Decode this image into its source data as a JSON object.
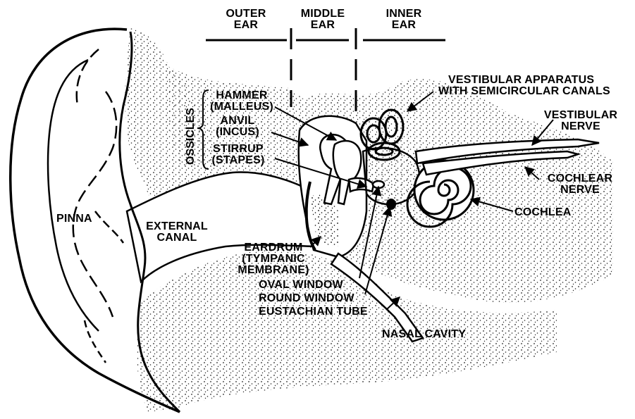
{
  "header": {
    "outer": [
      "OUTER",
      "EAR"
    ],
    "middle": [
      "MIDDLE",
      "EAR"
    ],
    "inner": [
      "INNER",
      "EAR"
    ]
  },
  "labels": {
    "ossicles": "OSSICLES",
    "hammer": [
      "HAMMER",
      "(MALLEUS)"
    ],
    "anvil": [
      "ANVIL",
      "(INCUS)"
    ],
    "stirrup": [
      "STIRRUP",
      "(STAPES)"
    ],
    "vestibular_apparatus": [
      "VESTIBULAR APPARATUS",
      "WITH SEMICIRCULAR CANALS"
    ],
    "vestibular_nerve": [
      "VESTIBULAR",
      "NERVE"
    ],
    "cochlear_nerve": [
      "COCHLEAR",
      "NERVE"
    ],
    "cochlea": "COCHLEA",
    "pinna": "PINNA",
    "external_canal": [
      "EXTERNAL",
      "CANAL"
    ],
    "eardrum": [
      "EARDRUM",
      "(TYMPANIC",
      "MEMBRANE)"
    ],
    "oval_window": "OVAL WINDOW",
    "round_window": "ROUND WINDOW",
    "eustachian_tube": "EUSTACHIAN TUBE",
    "nasal_cavity": "NASAL CAVITY"
  }
}
